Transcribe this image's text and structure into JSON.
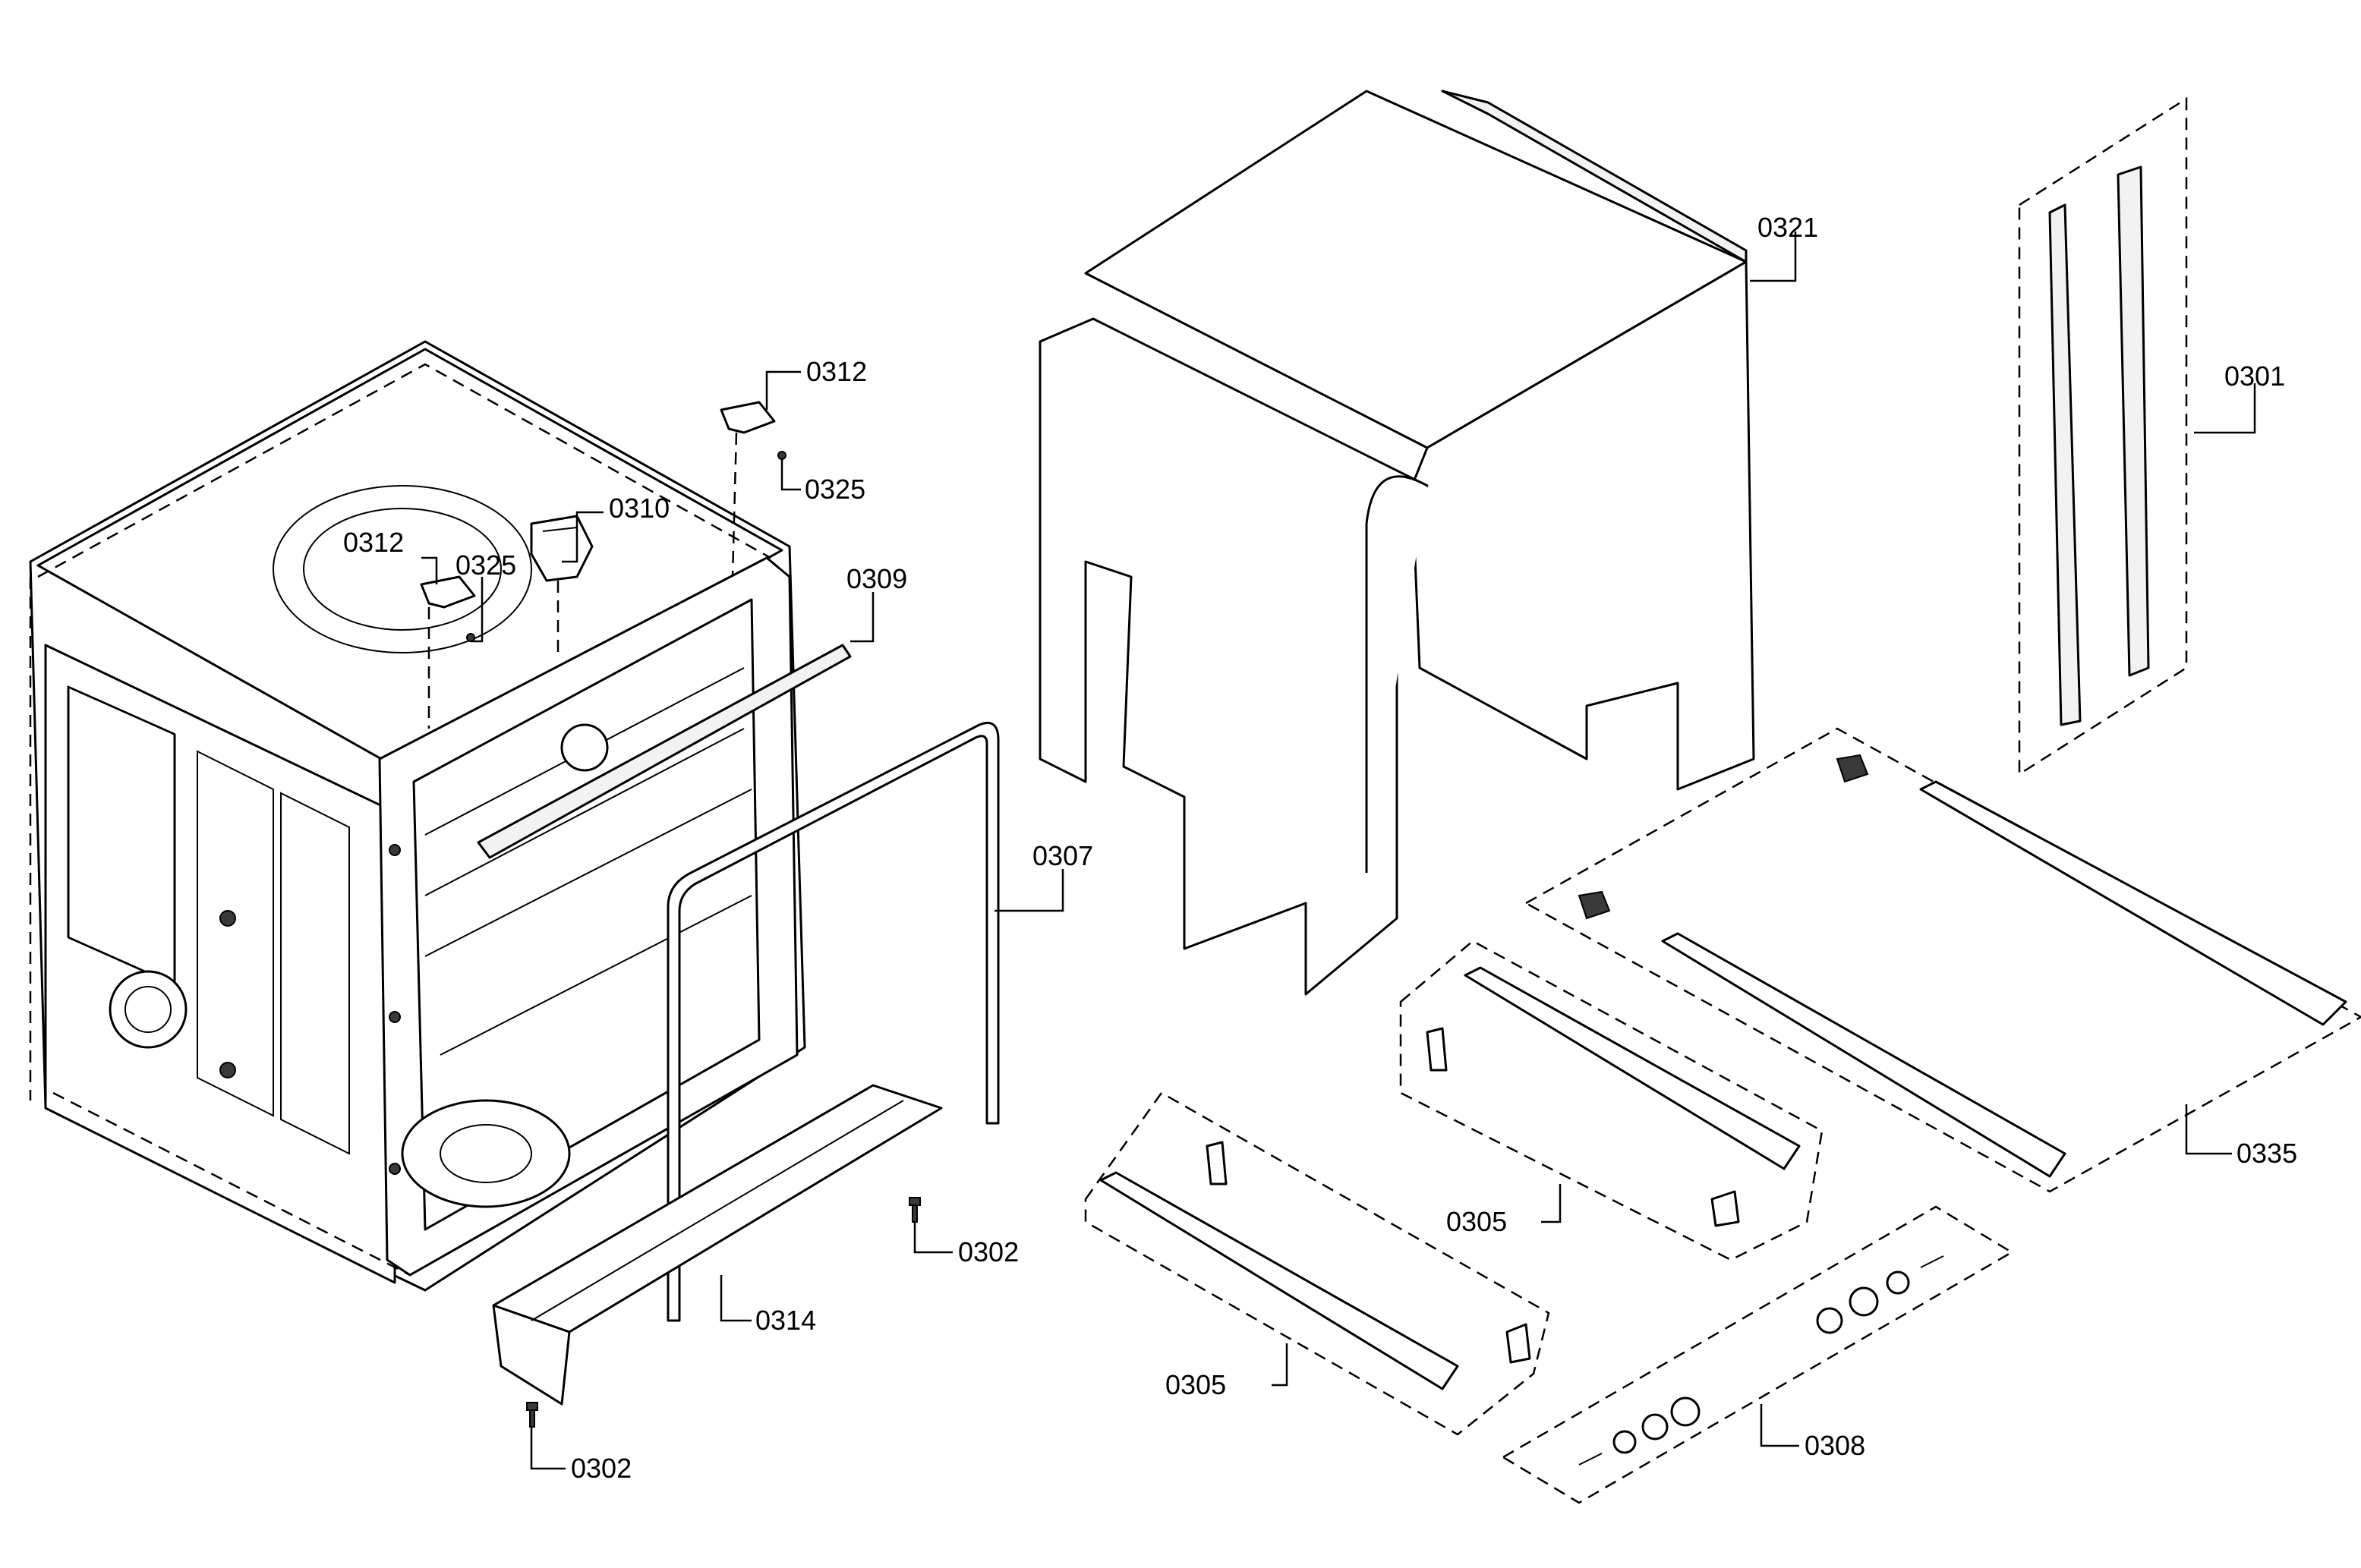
{
  "diagram": {
    "type": "exploded parts diagram",
    "line_color": "#000000",
    "background": "#ffffff",
    "callouts": [
      {
        "id": "c0312a",
        "label": "0312"
      },
      {
        "id": "c0325a",
        "label": "0325"
      },
      {
        "id": "c0310",
        "label": "0310"
      },
      {
        "id": "c0312b",
        "label": "0312"
      },
      {
        "id": "c0325b",
        "label": "0325"
      },
      {
        "id": "c0309",
        "label": "0309"
      },
      {
        "id": "c0307",
        "label": "0307"
      },
      {
        "id": "c0302a",
        "label": "0302"
      },
      {
        "id": "c0314",
        "label": "0314"
      },
      {
        "id": "c0302b",
        "label": "0302"
      },
      {
        "id": "c0321",
        "label": "0321"
      },
      {
        "id": "c0301",
        "label": "0301"
      },
      {
        "id": "c0335",
        "label": "0335"
      },
      {
        "id": "c0305a",
        "label": "0305"
      },
      {
        "id": "c0305b",
        "label": "0305"
      },
      {
        "id": "c0308",
        "label": "0308"
      }
    ]
  }
}
